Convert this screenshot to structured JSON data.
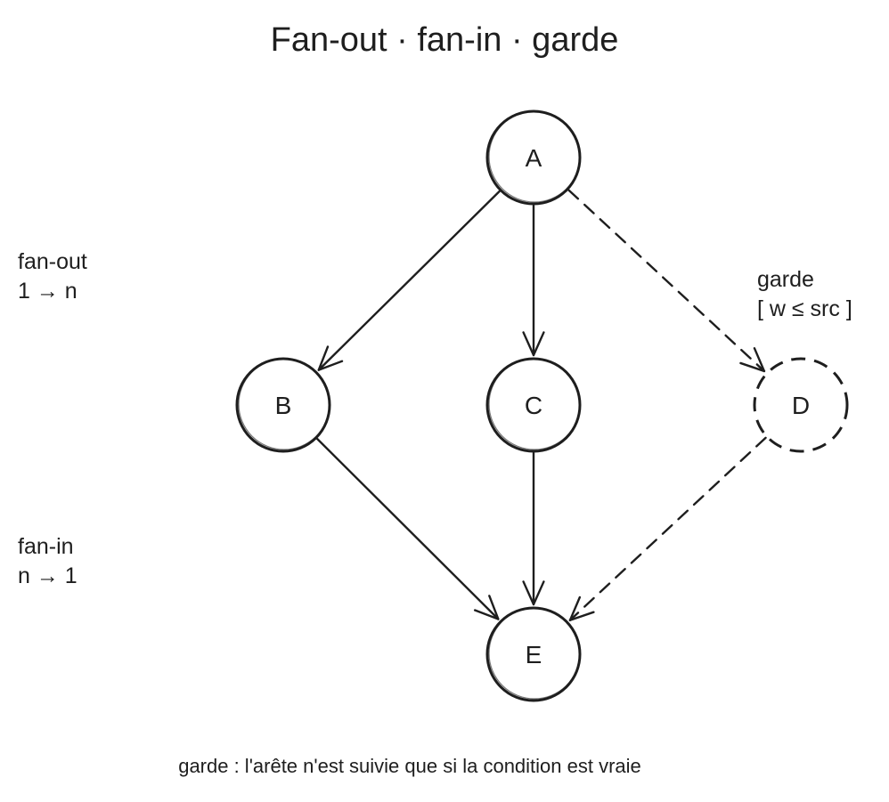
{
  "title": "Fan-out · fan-in · garde",
  "nodes": [
    {
      "id": "A",
      "label": "A",
      "style": "solid"
    },
    {
      "id": "B",
      "label": "B",
      "style": "solid"
    },
    {
      "id": "C",
      "label": "C",
      "style": "solid"
    },
    {
      "id": "D",
      "label": "D",
      "style": "dashed"
    },
    {
      "id": "E",
      "label": "E",
      "style": "solid"
    }
  ],
  "edges": [
    {
      "from": "A",
      "to": "B",
      "style": "solid"
    },
    {
      "from": "A",
      "to": "C",
      "style": "solid"
    },
    {
      "from": "A",
      "to": "D",
      "style": "dashed"
    },
    {
      "from": "B",
      "to": "E",
      "style": "solid"
    },
    {
      "from": "C",
      "to": "E",
      "style": "solid"
    },
    {
      "from": "D",
      "to": "E",
      "style": "dashed"
    }
  ],
  "labels": {
    "fanout": {
      "line1": "fan-out",
      "line2": "1 → n"
    },
    "fanin": {
      "line1": "fan-in",
      "line2": "n → 1"
    },
    "guard": {
      "line1": "garde",
      "line2": "[ w ≤ src ]"
    }
  },
  "caption": "garde : l'arête n'est suivie que si la condition est vraie",
  "colors": {
    "stroke": "#1e1e1e",
    "background": "#ffffff"
  }
}
